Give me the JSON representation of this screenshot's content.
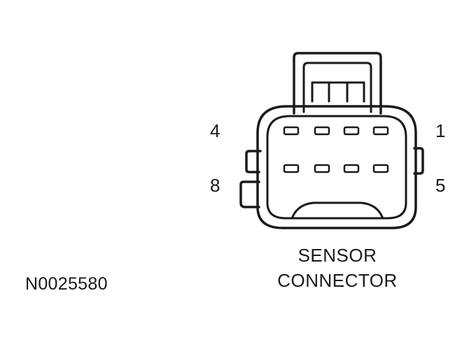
{
  "pin_labels": {
    "top_left": "4",
    "top_right": "1",
    "bottom_left": "8",
    "bottom_right": "5"
  },
  "caption": {
    "line1": "SENSOR",
    "line2": "CONNECTOR"
  },
  "figure_id": "N0025580",
  "colors": {
    "line": "#1a1a1a",
    "background": "#ffffff"
  }
}
